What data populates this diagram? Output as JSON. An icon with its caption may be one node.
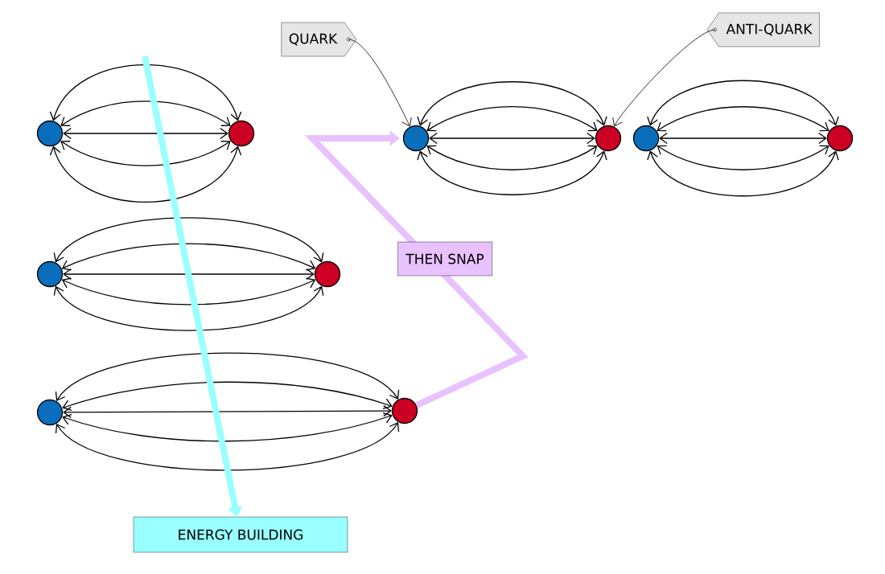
{
  "diagram": {
    "nodes": [
      {
        "text": [],
        "shape": "circle"
      },
      {
        "text": [],
        "shape": "circle"
      },
      {
        "text": [],
        "shape": "circle"
      },
      {
        "text": [],
        "shape": "circle"
      },
      {
        "text": [],
        "shape": "circle"
      },
      {
        "text": [],
        "shape": "circle"
      },
      {
        "text": [],
        "shape": "circle"
      },
      {
        "text": [],
        "shape": "circle"
      },
      {
        "text": [],
        "shape": "circle"
      },
      {
        "text": [],
        "shape": "circle"
      },
      {
        "text": [
          "QUARK"
        ]
      },
      {
        "text": [
          "ANTI-QUARK"
        ]
      },
      {
        "text": [
          "ENERGY BUILDING"
        ]
      }
    ],
    "edges": [
      {
        "from": 0,
        "to": 1,
        "arrow": "both"
      },
      {
        "from": 0,
        "to": 1,
        "arrow": "both"
      },
      {
        "from": 0,
        "to": 1,
        "arrow": "both"
      },
      {
        "from": 0,
        "to": 1,
        "arrow": "both"
      },
      {
        "from": 0,
        "to": 1,
        "arrow": "both"
      },
      {
        "from": 2,
        "to": 3,
        "arrow": "both"
      },
      {
        "from": 2,
        "to": 3,
        "arrow": "both"
      },
      {
        "from": 2,
        "to": 3,
        "arrow": "both"
      },
      {
        "from": 2,
        "to": 3,
        "arrow": "both"
      },
      {
        "from": 2,
        "to": 3,
        "arrow": "both"
      },
      {
        "from": 4,
        "to": 5,
        "arrow": "both"
      },
      {
        "from": 4,
        "to": 5,
        "arrow": "both"
      },
      {
        "from": 4,
        "to": 5,
        "arrow": "both"
      },
      {
        "from": 4,
        "to": 5,
        "arrow": "both"
      },
      {
        "from": 4,
        "to": 5,
        "arrow": "both"
      },
      {
        "from": 6,
        "to": 7,
        "arrow": "both"
      },
      {
        "from": 6,
        "to": 7,
        "arrow": "both"
      },
      {
        "from": 6,
        "to": 7,
        "arrow": "both"
      },
      {
        "from": 6,
        "to": 7,
        "arrow": "both"
      },
      {
        "from": 6,
        "to": 7,
        "arrow": "both"
      },
      {
        "from": 8,
        "to": 9,
        "arrow": "both"
      },
      {
        "from": 8,
        "to": 9,
        "arrow": "both"
      },
      {
        "from": 8,
        "to": 9,
        "arrow": "both"
      },
      {
        "from": 8,
        "to": 9,
        "arrow": "both"
      },
      {
        "from": 8,
        "to": 9,
        "arrow": "both"
      },
      {
        "from": 10,
        "to": 6,
        "arrow": "to"
      },
      {
        "from": 11,
        "to": 7,
        "arrow": "to"
      },
      {
        "from": null,
        "to": 12,
        "arrow": "to",
        "style": "thick",
        "color": "#99ffff"
      },
      {
        "from": 5,
        "to": 6,
        "arrow": "to",
        "style": "thick",
        "color": "#e8c2ff",
        "label": "THEN SNAP"
      }
    ]
  }
}
